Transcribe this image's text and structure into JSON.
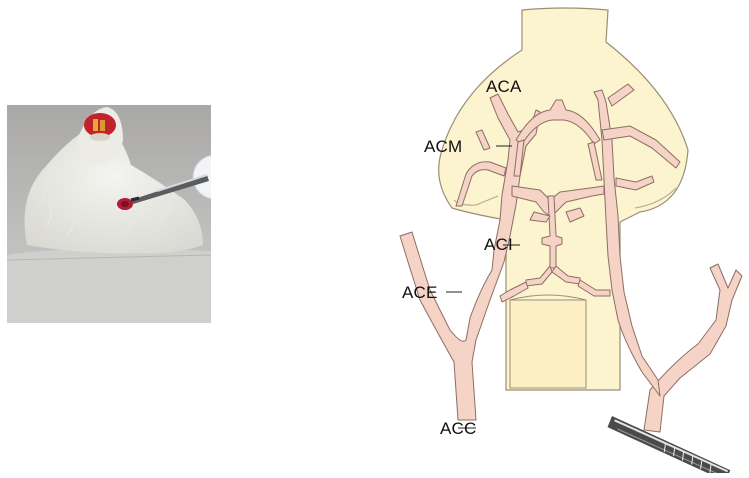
{
  "figure": {
    "photo": {
      "subject": "anesthetized white rat in supine position with forceps at cervical incision"
    },
    "diagram": {
      "labels": {
        "aca": "ACA",
        "acm": "ACM",
        "aci": "ACI",
        "ace": "ACE",
        "acc": "ACC"
      },
      "colors": {
        "brain_fill": "#fcf3cf",
        "brain_stroke": "#9a8f76",
        "vessel_fill": "#f5d3c7",
        "vessel_stroke": "#8c6e62"
      }
    }
  }
}
